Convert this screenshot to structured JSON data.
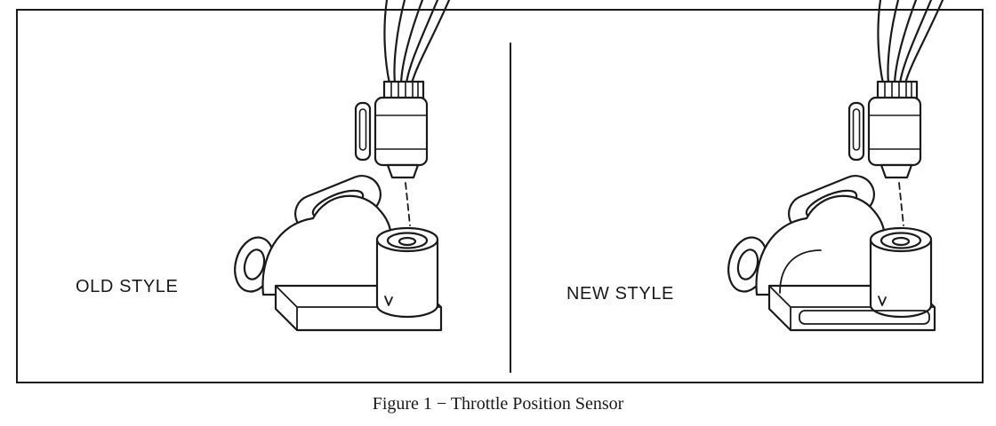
{
  "figure": {
    "panels": [
      {
        "id": "old",
        "label": "OLD STYLE"
      },
      {
        "id": "new",
        "label": "NEW STYLE"
      }
    ],
    "caption": "Figure 1 − Throttle Position Sensor"
  },
  "colors": {
    "ink": "#1a1a1a",
    "background": "#ffffff"
  }
}
